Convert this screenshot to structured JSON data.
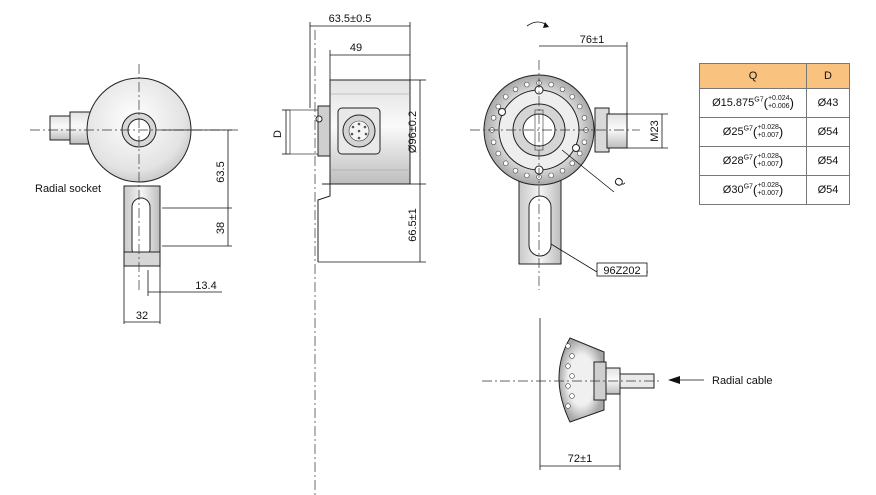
{
  "labels": {
    "radial_socket": "Radial socket",
    "radial_cable": "Radial cable",
    "part_no": "96Z202",
    "q": "Q",
    "d": "D",
    "m23": "M23"
  },
  "dimensions": {
    "d63_5_tol": "63.5±0.5",
    "d49": "49",
    "d96": "Ø96±0.2",
    "d66_5": "66.5±1",
    "d63_5": "63.5",
    "d38": "38",
    "d13_4": "13.4",
    "d32": "32",
    "d76": "76±1",
    "d72": "72±1"
  },
  "table": {
    "headers": {
      "q": "Q",
      "d": "D"
    },
    "rows": [
      {
        "q": "Ø15.875",
        "fit": "G7",
        "tol_upper": "+0.024",
        "tol_lower": "+0.006",
        "d": "Ø43"
      },
      {
        "q": "Ø25",
        "fit": "G7",
        "tol_upper": "+0.028",
        "tol_lower": "+0.007",
        "d": "Ø54"
      },
      {
        "q": "Ø28",
        "fit": "G7",
        "tol_upper": "+0.028",
        "tol_lower": "+0.007",
        "d": "Ø54"
      },
      {
        "q": "Ø30",
        "fit": "G7",
        "tol_upper": "+0.028",
        "tol_lower": "+0.007",
        "d": "Ø54"
      }
    ]
  },
  "colors": {
    "header_fill": "#f9c27e",
    "line": "#111111"
  }
}
